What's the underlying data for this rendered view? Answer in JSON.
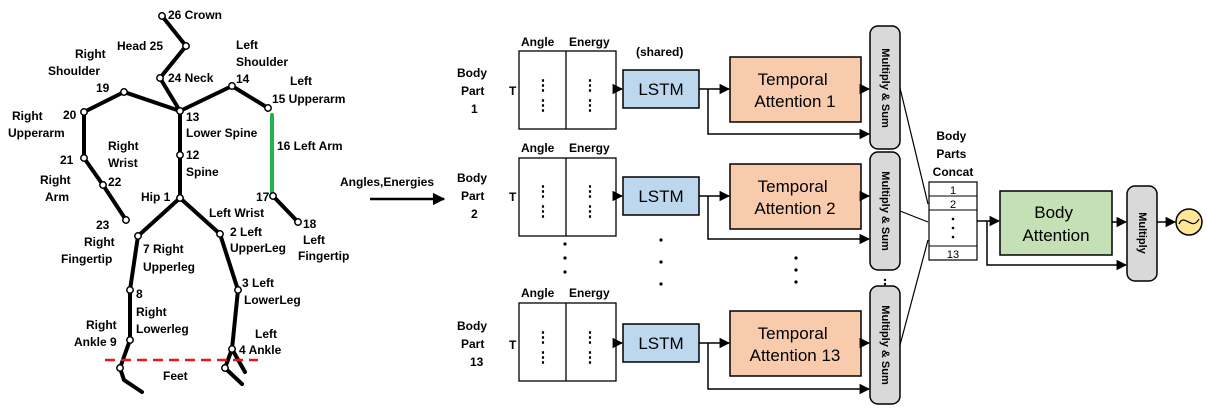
{
  "skeleton": {
    "labels": {
      "crown": "26 Crown",
      "head": "Head 25",
      "neck": "24 Neck",
      "right_shoulder": [
        "Right",
        "Shoulder",
        "19"
      ],
      "left_shoulder": [
        "Left",
        "Shoulder",
        "14"
      ],
      "left_upperarm": [
        "Left",
        "15 Upperarm"
      ],
      "right_upperarm": [
        "Right",
        "Upperarm"
      ],
      "n20": "20",
      "lower_spine": [
        "13",
        "Lower Spine"
      ],
      "left_arm": "16 Left Arm",
      "spine": [
        "12",
        "Spine"
      ],
      "right_wrist": [
        "Right",
        "Wrist",
        "22"
      ],
      "n21": "21",
      "right_arm": [
        "Right",
        "Arm"
      ],
      "n17": "17",
      "left_fingertip": [
        "18",
        "Left",
        "Fingertip"
      ],
      "hip": "Hip 1",
      "left_wrist": "Left Wrist",
      "n23": "23",
      "right_fingertip": [
        "Right",
        "Fingertip"
      ],
      "right_upperleg": [
        "7 Right",
        "Upperleg"
      ],
      "left_upperleg": [
        "2 Left",
        "UpperLeg"
      ],
      "right_lowerleg": [
        "8",
        "Right",
        "Lowerleg"
      ],
      "left_lowerleg": [
        "3 Left",
        "LowerLeg"
      ],
      "right_ankle": [
        "Right",
        "Ankle 9"
      ],
      "left_ankle": [
        "Left",
        "4 Ankle"
      ],
      "feet": "Feet"
    },
    "colors": {
      "bone": "#000000",
      "left_arm": "#22b14c",
      "feet_line": "#e31a1c"
    }
  },
  "input_arrow_label": "Angles,Energies",
  "shared_label": "(shared)",
  "rows": [
    {
      "body_part": [
        "Body",
        "Part",
        "1"
      ],
      "angle": "Angle",
      "energy": "Energy",
      "t": "T",
      "lstm": "LSTM",
      "attention": [
        "Temporal",
        "Attention 1"
      ],
      "multiply_sum": "Multiply & Sum"
    },
    {
      "body_part": [
        "Body",
        "Part",
        "2"
      ],
      "angle": "Angle",
      "energy": "Energy",
      "t": "T",
      "lstm": "LSTM",
      "attention": [
        "Temporal",
        "Attention 2"
      ],
      "multiply_sum": "Multiply & Sum"
    },
    {
      "body_part": [
        "Body",
        "Part",
        "13"
      ],
      "angle": "Angle",
      "energy": "Energy",
      "t": "T",
      "lstm": "LSTM",
      "attention": [
        "Temporal",
        "Attention 13"
      ],
      "multiply_sum": "Multiply & Sum"
    }
  ],
  "concat": {
    "label": [
      "Body",
      "Parts",
      "Concat"
    ],
    "cells": [
      "1",
      "2",
      "13"
    ]
  },
  "body_attention": [
    "Body",
    "Attention"
  ],
  "multiply": "Multiply",
  "colors": {
    "lstm_fill": "#bdd7ee",
    "attention_fill": "#f8cbad",
    "body_attention_fill": "#c5e0b4",
    "grey_fill": "#d9d9d9",
    "output_fill": "#ffe699"
  }
}
